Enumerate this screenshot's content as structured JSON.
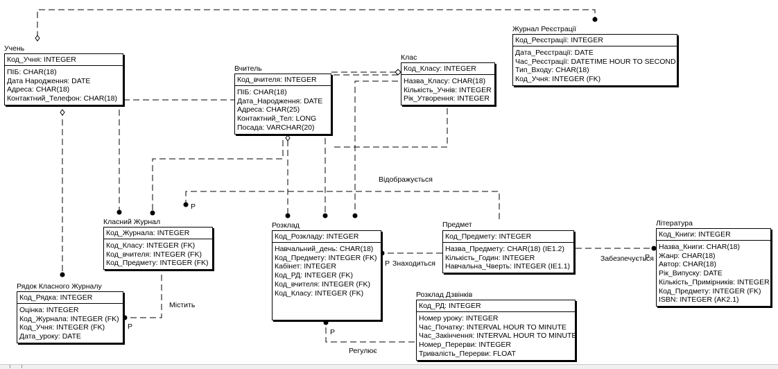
{
  "entities": {
    "student": {
      "title": "Учень",
      "pk": "Код_Учня: INTEGER",
      "attrs": [
        "ПІБ: CHAR(18)",
        "Дата Народження: DATE",
        "Адреса: CHAR(18)",
        "Контактний_Телефон: CHAR(18)"
      ]
    },
    "teacher": {
      "title": "Вчитель",
      "pk": "Код_вчителя: INTEGER",
      "attrs": [
        "ПІБ: CHAR(18)",
        "Дата_Народження: DATE",
        "Адреса: CHAR(25)",
        "Контактний_Тел: LONG",
        "Посада: VARCHAR(20)"
      ]
    },
    "class": {
      "title": "Клас",
      "pk": "Код_Класу: INTEGER",
      "attrs": [
        "Назва_Класу: CHAR(18)",
        "Кількість_Учнів: INTEGER",
        "Рік_Утворення: INTEGER"
      ]
    },
    "registration_log": {
      "title": "Журнал Реєстрації",
      "pk": "Код_Реєстрації: INTEGER",
      "attrs": [
        "Дата_Реєстрації: DATE",
        "Час_Реєстрації: DATETIME HOUR TO SECOND",
        "Тип_Входу: CHAR(18)",
        "Код_Учня: INTEGER (FK)"
      ]
    },
    "class_journal": {
      "title": "Класний Журнал",
      "pk": "Код_Журнала: INTEGER",
      "attrs": [
        "Код_Класу: INTEGER (FK)",
        "Код_вчителя: INTEGER (FK)",
        "Код_Предмету: INTEGER (FK)"
      ]
    },
    "schedule": {
      "title": "Розклад",
      "pk": "Код_Розкладу: INTEGER",
      "attrs": [
        "Навчальний_день: CHAR(18)",
        "Код_Предмету: INTEGER (FK)",
        "Кабінет: INTEGER",
        "Код_РД: INTEGER (FK)",
        "Код_вчителя: INTEGER (FK)",
        "Код_Класу: INTEGER (FK)"
      ]
    },
    "subject": {
      "title": "Предмет",
      "pk": "Код_Предмету: INTEGER",
      "attrs": [
        "Назва_Предмету: CHAR(18) (IE1.2)",
        "Кількість_Годин: INTEGER",
        "Навчальна_Чверть: INTEGER (IE1.1)"
      ]
    },
    "literature": {
      "title": "Література",
      "pk": "Код_Книги: INTEGER",
      "attrs": [
        "Назва_Книги: CHAR(18)",
        "Жанр: CHAR(18)",
        "Автор: CHAR(18)",
        "Рік_Випуску: DATE",
        "Кількість_Примірників: INTEGER",
        "Код_Предмету: INTEGER (FK)",
        "ISBN: INTEGER (AK2.1)"
      ]
    },
    "journal_row": {
      "title": "Рядок Класного Журналу",
      "pk": "Код_Рядка: INTEGER",
      "attrs": [
        "Оцінка: INTEGER",
        "Код_Журнала: INTEGER (FK)",
        "Код_Учня: INTEGER (FK)",
        "Дата_уроку: DATE"
      ]
    },
    "bell_schedule": {
      "title": "Розклад Дзвінків",
      "pk": "Код_РД: INTEGER",
      "attrs": [
        "Номер уроку: INTEGER",
        "Час_Початку: INTERVAL HOUR TO MINUTE",
        "Час_Закінчення: INTERVAL HOUR TO MINUTE",
        "Номер_Перерви: INTEGER",
        "Тривалість_Перерви: FLOAT"
      ]
    }
  },
  "relationship_labels": {
    "displayed": "Відображується",
    "contains": "Містить",
    "located": "Знаходиться",
    "provided": "Забезпечується",
    "regulates": "Регулює"
  },
  "cardinality_marks": {
    "p_journal": "P",
    "p_row": "P",
    "p_schedule": "P",
    "p_bell": "P",
    "p_literature": "P"
  }
}
